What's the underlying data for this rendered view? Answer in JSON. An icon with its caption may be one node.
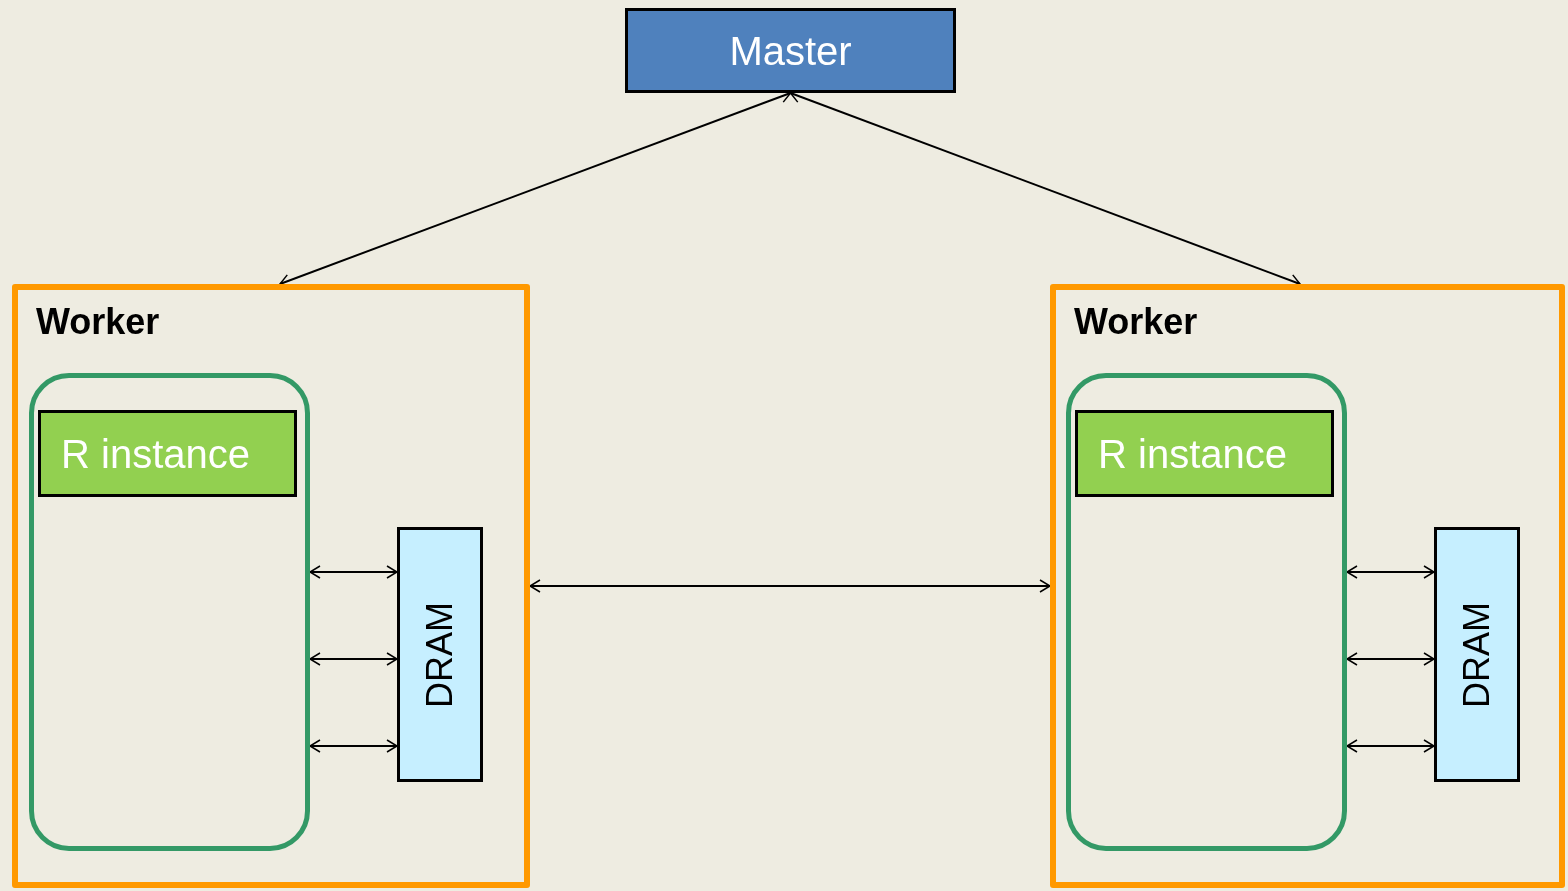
{
  "diagram": {
    "nodes": [
      {
        "text": [
          "Master"
        ]
      },
      {
        "text": [
          "Worker"
        ]
      },
      {
        "text": [],
        "shape": "box",
        "in": 1
      },
      {
        "text": [
          "R instance"
        ],
        "in": 2
      },
      {
        "text": [
          "DRAM"
        ],
        "in": 1
      },
      {
        "text": [
          "Worker"
        ]
      },
      {
        "text": [],
        "shape": "box",
        "in": 5
      },
      {
        "text": [
          "R instance"
        ],
        "in": 6
      },
      {
        "text": [
          "DRAM"
        ],
        "in": 5
      }
    ],
    "edges": [
      {
        "from": 0,
        "to": 1,
        "arrow": "both"
      },
      {
        "from": 0,
        "to": 5,
        "arrow": "both"
      },
      {
        "from": 1,
        "to": 5,
        "arrow": "both"
      },
      {
        "from": 2,
        "to": 4,
        "arrow": "both"
      },
      {
        "from": 2,
        "to": 4,
        "arrow": "both"
      },
      {
        "from": 2,
        "to": 4,
        "arrow": "both"
      },
      {
        "from": 6,
        "to": 8,
        "arrow": "both"
      },
      {
        "from": 6,
        "to": 8,
        "arrow": "both"
      },
      {
        "from": 6,
        "to": 8,
        "arrow": "both"
      }
    ]
  }
}
